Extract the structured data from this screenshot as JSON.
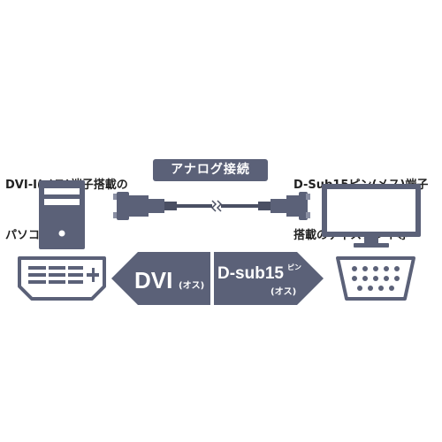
{
  "left_device": {
    "label_line1": "DVI-I(メス)端子搭載の",
    "label_line2": "パソコン等",
    "icon": "desktop-tower-icon"
  },
  "right_device": {
    "label_line1": "D-Sub15ピン(メス)端子",
    "label_line2": "搭載のディスプレイ等",
    "icon": "monitor-icon"
  },
  "cable": {
    "label": "アナログ接続",
    "icon": "dvi-to-vga-cable-icon"
  },
  "connectors": {
    "left_main": "DVI",
    "left_sub": "(オス)",
    "right_main": "D-sub15",
    "right_pin": "ピン",
    "right_sub": "(オス)",
    "left_icon": "dvi-port-icon",
    "right_icon": "vga-port-icon"
  },
  "colors": {
    "device": "#5b6178",
    "arrow": "#5b6178",
    "port_outline": "#5b6178",
    "text": "#222222"
  }
}
